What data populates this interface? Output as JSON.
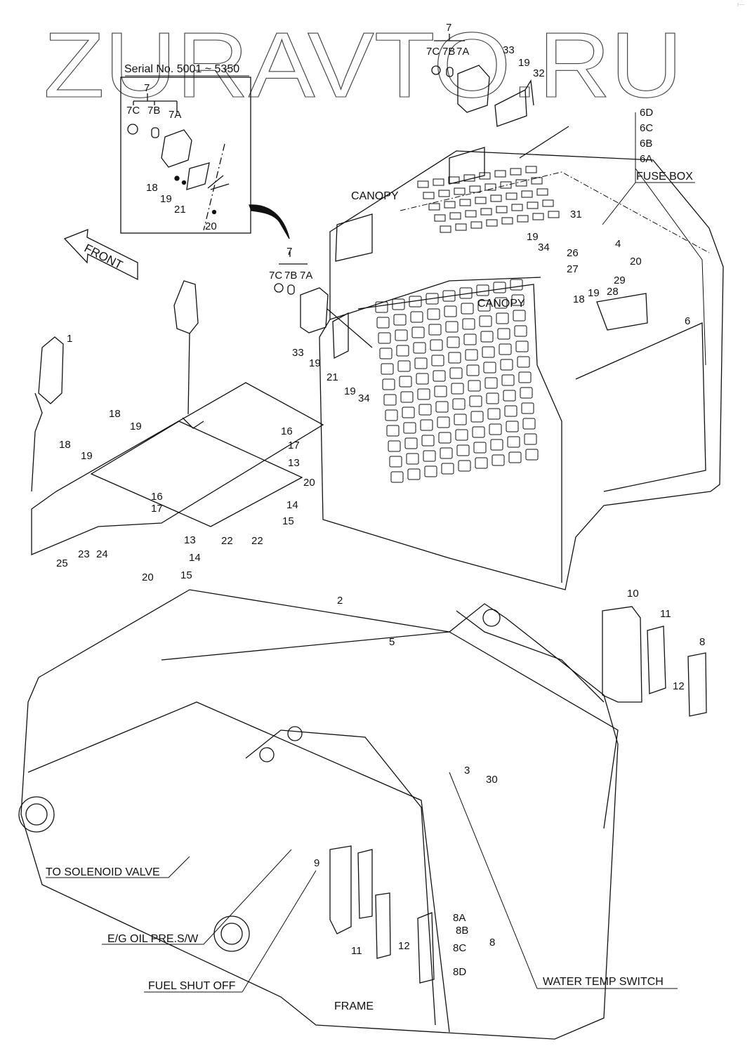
{
  "watermark": "ZURAVTO.RU",
  "corner_mark": "r—",
  "inset": {
    "title": "Serial No. 5001 ~ 5350",
    "callouts": [
      "7",
      "7C",
      "7B",
      "7A",
      "18",
      "19",
      "21",
      "20"
    ]
  },
  "front_arrow": {
    "label": "FRONT",
    "icon": "arrow-left-icon"
  },
  "section_labels": {
    "canopy_top": "CANOPY",
    "canopy_mid": "CANOPY",
    "fuse_box": "FUSE BOX",
    "to_solenoid_valve": "TO SOLENOID VALVE",
    "eg_oil_pre_sw": "E/G OIL PRE.S/W",
    "fuel_shut_off": "FUEL SHUT OFF",
    "water_temp_switch": "WATER TEMP SWITCH",
    "frame": "FRAME"
  },
  "fuse_box_items": [
    "6D",
    "6C",
    "6B",
    "6A"
  ],
  "callouts": {
    "top_lamp": [
      "7",
      "7C",
      "7B",
      "7A",
      "33",
      "19",
      "32"
    ],
    "mid_lamp": [
      "7",
      "7C",
      "7B",
      "7A",
      "33",
      "19",
      "21",
      "19",
      "34"
    ],
    "canopy_roof": [
      "19",
      "34",
      "31",
      "4",
      "26",
      "27",
      "20",
      "29",
      "18",
      "19",
      "28",
      "6"
    ],
    "joysticks": [
      "1",
      "18",
      "19",
      "18",
      "19",
      "16",
      "17",
      "13",
      "20",
      "14",
      "15",
      "22",
      "16",
      "17",
      "13",
      "22",
      "14",
      "20",
      "15",
      "25",
      "23",
      "24"
    ],
    "frame": [
      "2",
      "5",
      "10",
      "11",
      "8",
      "12",
      "3",
      "30",
      "9",
      "11",
      "12",
      "8A",
      "8B",
      "8C",
      "8D",
      "8"
    ]
  }
}
